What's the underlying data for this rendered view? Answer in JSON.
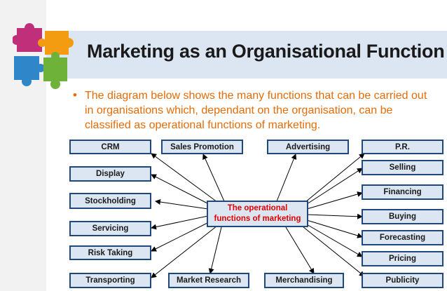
{
  "title": "Marketing as an Organisational Function",
  "bullet": "The diagram below shows the many functions that can be carried out in organisations which, dependant on the organisation, can be classified as operational functions of marketing.",
  "center": {
    "line1": "The operational",
    "line2": "functions of marketing"
  },
  "functions": {
    "crm": "CRM",
    "sales_promotion": "Sales Promotion",
    "advertising": "Advertising",
    "pr": "P.R.",
    "display": "Display",
    "stockholding": "Stockholding",
    "servicing": "Servicing",
    "risk_taking": "Risk Taking",
    "transporting": "Transporting",
    "market_research": "Market Research",
    "merchandising": "Merchandising",
    "publicity": "Publicity",
    "selling": "Selling",
    "financing": "Financing",
    "buying": "Buying",
    "forecasting": "Forecasting",
    "pricing": "Pricing"
  },
  "colors": {
    "box_fill": "#dce6f2",
    "box_border": "#1f497d",
    "center_text": "#e00000",
    "bullet_text": "#e46c0a"
  }
}
